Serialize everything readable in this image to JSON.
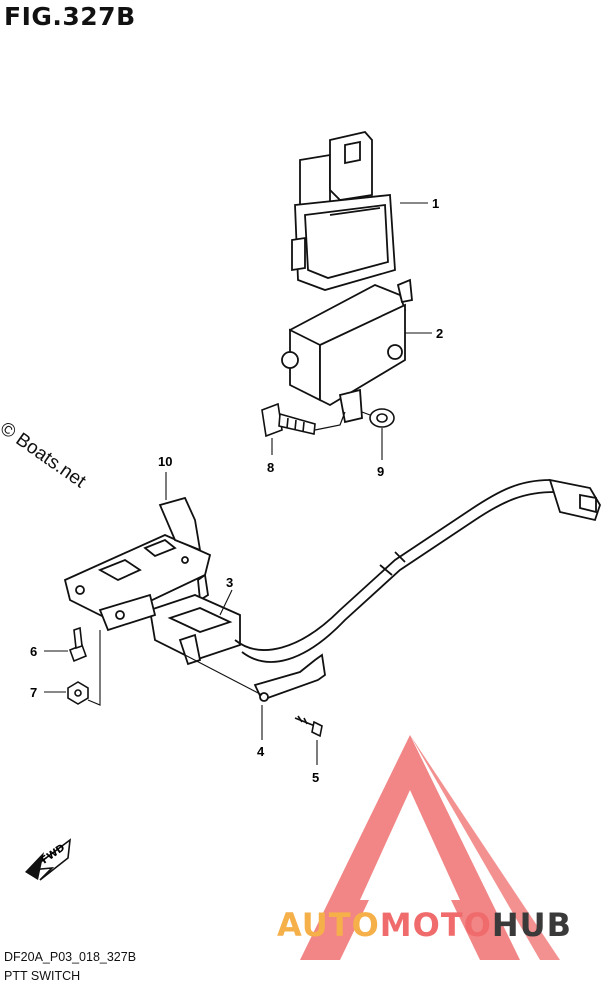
{
  "figure": {
    "title": "FIG.327B",
    "code": "DF20A_P03_018_327B",
    "caption": "PTT SWITCH"
  },
  "watermark": "© Boats.net",
  "fwd_label": "FWD",
  "brand": {
    "part1": "AUTO",
    "part2": "MOTO",
    "part3": "HUB"
  },
  "callouts": [
    {
      "label": "1"
    },
    {
      "label": "2"
    },
    {
      "label": "8"
    },
    {
      "label": "9"
    },
    {
      "label": "10"
    },
    {
      "label": "3"
    },
    {
      "label": "6"
    },
    {
      "label": "7"
    },
    {
      "label": "4"
    },
    {
      "label": "5"
    }
  ]
}
